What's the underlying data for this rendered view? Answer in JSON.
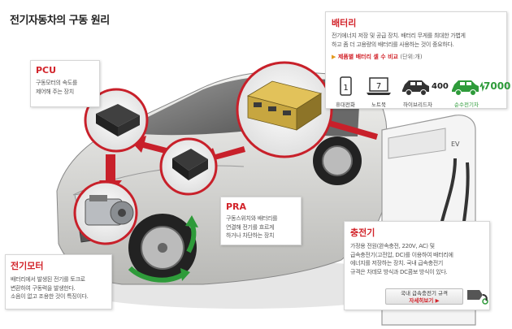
{
  "title": "전기자동차의 구동 원리",
  "pcu": {
    "title": "PCU",
    "desc": [
      "구동모터의 속도를",
      "제어해 주는 장치"
    ]
  },
  "pra": {
    "title": "PRA",
    "desc": [
      "구동스위치와 배터리를",
      "연결해 전기를 흐르게",
      "하거나 차단하는 장치"
    ]
  },
  "motor": {
    "title": "전기모터",
    "desc": [
      "배터리에서 발생된 전기를 토크로",
      "변환하여 구동력을 발생한다.",
      "소음이 없고 조용한 것이 특징이다."
    ]
  },
  "battery": {
    "title": "배터리",
    "desc": [
      "전기에너지 저장 및 공급 장치. 배터리 무게를 최대한 가볍게",
      "하고 좀 더 고용량의 배터리를 사용하는 것이 중요하다."
    ],
    "compare_title": "제품별 배터리 셀 수 비교",
    "compare_unit": "(단위:개)",
    "devices": [
      {
        "label": "휴대전화",
        "count": "1"
      },
      {
        "label": "노트북",
        "count": "7"
      },
      {
        "label": "하이브리드차",
        "count": "400"
      },
      {
        "label": "순수전기차",
        "count": "7000"
      }
    ]
  },
  "charger": {
    "title": "충전기",
    "desc": [
      "가정용 전원(완속충전, 220V, AC) 및",
      "급속충전기(고전압, DC)를 이용하여 배터리에",
      "에너지를 저장하는 장치. 국내 급속충전기",
      "규격은 차데모 방식과 DC콤보 방식이 있다."
    ],
    "link_label": "국내 급속충전기 규격",
    "link_more": "자세히보기 ▶",
    "ev_label": "EV"
  },
  "colors": {
    "accent": "#d2232a",
    "green": "#2e9b3a",
    "arrow": "#c8202a"
  }
}
